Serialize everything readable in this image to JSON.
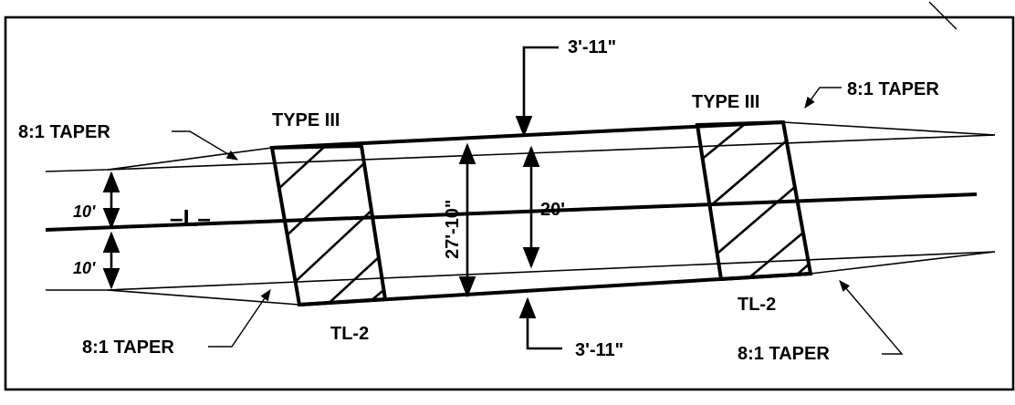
{
  "labels": {
    "taper_top_left": "8:1 TAPER",
    "taper_top_right": "8:1 TAPER",
    "taper_bottom_left": "8:1 TAPER",
    "taper_bottom_right": "8:1 TAPER",
    "type_left": "TYPE III",
    "type_right": "TYPE III",
    "tl_left": "TL-2",
    "tl_right": "TL-2",
    "offset_top": "3'-11\"",
    "offset_bottom": "3'-11\"",
    "lane_upper": "10'",
    "lane_lower": "10'",
    "centerline": "–L–",
    "width_total": "27'-10\"",
    "width_inner": "20'"
  },
  "colors": {
    "ink": "#000000",
    "paper": "#ffffff"
  }
}
